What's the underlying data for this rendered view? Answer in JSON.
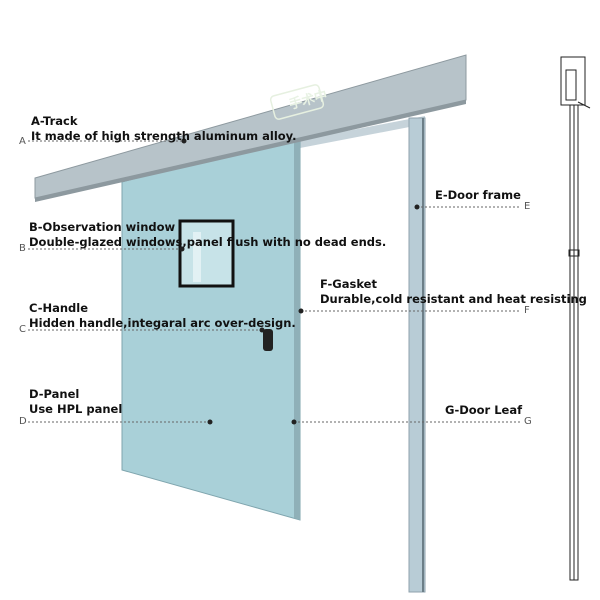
{
  "sign_text": "手术中",
  "colors": {
    "track": "#b7c3c9",
    "panel": "#a9d0d8",
    "frame": "#b8ccd6",
    "window": "#111111"
  },
  "callouts": [
    {
      "letter": "A",
      "title": "A-Track",
      "desc": "It made of high strength aluminum alloy."
    },
    {
      "letter": "B",
      "title": "B-Observation window",
      "desc": "Double-glazed windows,panel flush with no dead ends."
    },
    {
      "letter": "C",
      "title": "C-Handle",
      "desc": "Hidden handle,integaral arc over-design."
    },
    {
      "letter": "D",
      "title": "D-Panel",
      "desc": "Use HPL panel"
    },
    {
      "letter": "E",
      "title": "E-Door frame",
      "desc": ""
    },
    {
      "letter": "F",
      "title": "F-Gasket",
      "desc": "Durable,cold resistant and heat resisting"
    },
    {
      "letter": "G",
      "title": "G-Door Leaf",
      "desc": ""
    }
  ]
}
